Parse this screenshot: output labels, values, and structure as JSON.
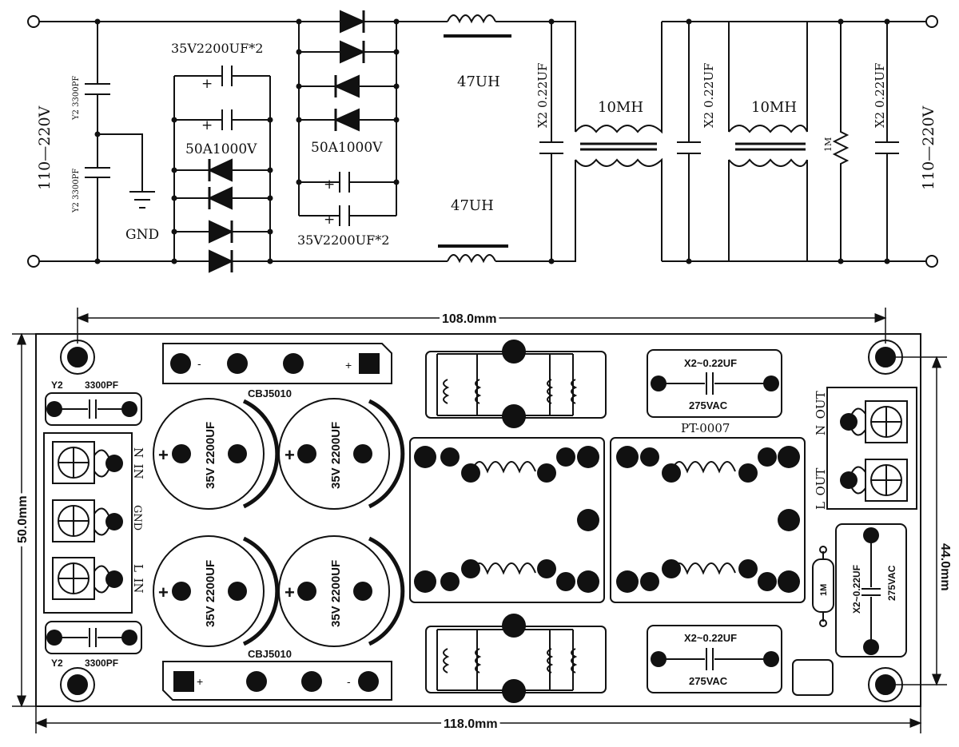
{
  "schematic": {
    "input_voltage": "110—220V",
    "output_voltage": "110—220V",
    "y_cap_top": "Y2  3300PF",
    "y_cap_bottom": "Y2  3300PF",
    "gnd": "GND",
    "caps_top": "35V2200UF*2",
    "caps_bottom": "35V2200UF*2",
    "bridge_left": "50A1000V",
    "bridge_right": "50A1000V",
    "inductor_top": "47UH",
    "inductor_bottom": "47UH",
    "x2_a": "X2 0.22UF",
    "x2_b": "X2 0.22UF",
    "x2_c": "X2 0.22UF",
    "choke_a": "10MH",
    "choke_b": "10MH",
    "resistor": "1M",
    "plus": "+"
  },
  "pcb": {
    "width_inner": "108.0mm",
    "width_outer": "118.0mm",
    "height_outer": "50.0mm",
    "height_inner": "44.0mm",
    "y2_label": "Y2",
    "y2_value": "3300PF",
    "bridge_part": "CBJ5010",
    "minus": "-",
    "plus": "+",
    "cap_value": "35V 2200UF",
    "n_in": "N_IN",
    "gnd": "GND",
    "l_in": "L_IN",
    "n_out": "N_OUT",
    "l_out": "L_OUT",
    "x2_value": "X2~0.22UF",
    "x2_rating": "275VAC",
    "choke_part": "PT-0007",
    "resistor": "1M"
  }
}
